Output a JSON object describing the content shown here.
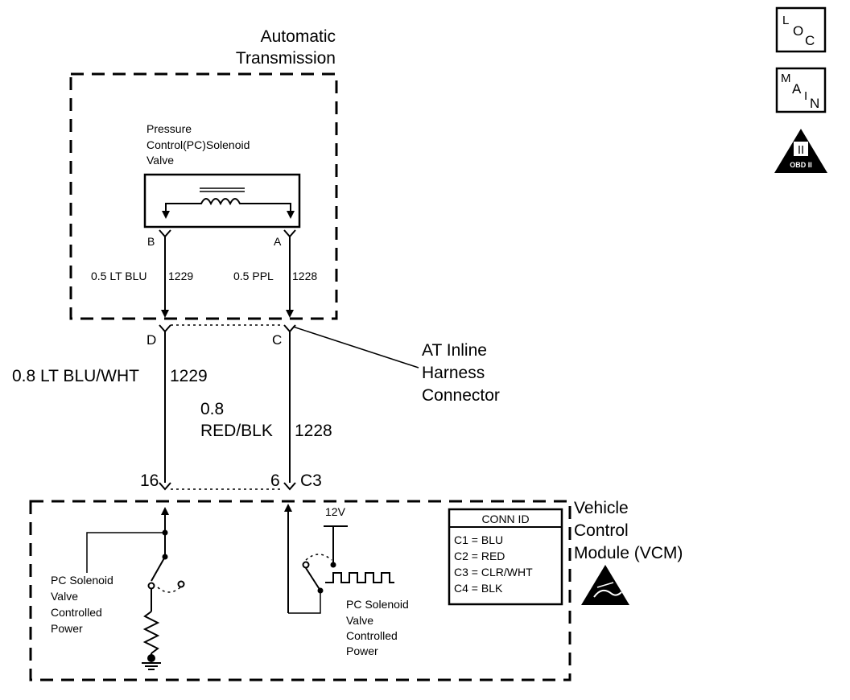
{
  "transmission": {
    "title_line1": "Automatic",
    "title_line2": "Transmission",
    "solenoid_label_line1": "Pressure",
    "solenoid_label_line2": "Control(PC)Solenoid",
    "solenoid_label_line3": "Valve",
    "pin_b": "B",
    "pin_a": "A",
    "wire_b": "0.5 LT BLU",
    "wire_b_circuit": "1229",
    "wire_a": "0.5 PPL",
    "wire_a_circuit": "1228"
  },
  "connector": {
    "pin_d": "D",
    "pin_c": "C",
    "label_line1": "AT Inline",
    "label_line2": "Harness",
    "label_line3": "Connector"
  },
  "harness": {
    "left_wire": "0.8 LT BLU/WHT",
    "left_circuit": "1229",
    "right_wire_line1": "0.8",
    "right_wire_line2": "RED/BLK",
    "right_circuit": "1228",
    "pin_16": "16",
    "pin_6": "6",
    "connector_c3": "C3"
  },
  "vcm": {
    "label_line1": "Vehicle",
    "label_line2": "Control",
    "label_line3": "Module (VCM)",
    "voltage": "12V",
    "left_label_line1": "PC Solenoid",
    "left_label_line2": "Valve",
    "left_label_line3": "Controlled",
    "left_label_line4": "Power",
    "right_label_line1": "PC Solenoid",
    "right_label_line2": "Valve",
    "right_label_line3": "Controlled",
    "right_label_line4": "Power",
    "conn_id_title": "CONN ID",
    "conn_id_rows": [
      "C1 = BLU",
      "C2 = RED",
      "C3 = CLR/WHT",
      "C4 = BLK"
    ]
  },
  "icons": {
    "loc_l": "L",
    "loc_o": "O",
    "loc_c": "C",
    "main_m": "M",
    "main_a": "A",
    "main_i": "I",
    "main_n": "N",
    "obd_numeral": "II",
    "obd_label": "OBD II"
  }
}
